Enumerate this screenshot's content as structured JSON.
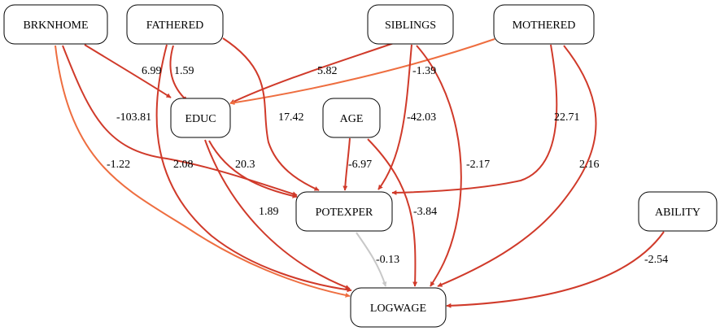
{
  "colors": {
    "strong": "#d03a2a",
    "medium": "#ee6e40",
    "weak": "#c8c8c8"
  },
  "nodes": {
    "brknhome": "BRKNHOME",
    "fathered": "FATHERED",
    "siblings": "SIBLINGS",
    "mothered": "MOTHERED",
    "educ": "EDUC",
    "age": "AGE",
    "potexper": "POTEXPER",
    "ability": "ABILITY",
    "logwage": "LOGWAGE"
  },
  "edges": [
    {
      "id": "brknhome-educ",
      "from": "BRKNHOME",
      "to": "EDUC",
      "label": "6.99",
      "color": "strong"
    },
    {
      "id": "fathered-educ",
      "from": "FATHERED",
      "to": "EDUC",
      "label": "1.59",
      "color": "strong"
    },
    {
      "id": "siblings-educ",
      "from": "SIBLINGS",
      "to": "EDUC",
      "label": "5.82",
      "color": "strong"
    },
    {
      "id": "mothered-educ",
      "from": "MOTHERED",
      "to": "EDUC",
      "label": "-1.39",
      "color": "medium"
    },
    {
      "id": "brknhome-potexper",
      "from": "BRKNHOME",
      "to": "POTEXPER",
      "label": "-103.81",
      "color": "strong"
    },
    {
      "id": "fathered-potexper",
      "from": "FATHERED",
      "to": "POTEXPER",
      "label": "17.42",
      "color": "strong"
    },
    {
      "id": "siblings-potexper",
      "from": "SIBLINGS",
      "to": "POTEXPER",
      "label": "-42.03",
      "color": "strong"
    },
    {
      "id": "mothered-potexper",
      "from": "MOTHERED",
      "to": "POTEXPER",
      "label": "22.71",
      "color": "strong"
    },
    {
      "id": "educ-potexper",
      "from": "EDUC",
      "to": "POTEXPER",
      "label": "20.3",
      "color": "strong"
    },
    {
      "id": "age-potexper",
      "from": "AGE",
      "to": "POTEXPER",
      "label": "-6.97",
      "color": "strong"
    },
    {
      "id": "brknhome-logwage",
      "from": "BRKNHOME",
      "to": "LOGWAGE",
      "label": "-1.22",
      "color": "medium"
    },
    {
      "id": "fathered-logwage",
      "from": "FATHERED",
      "to": "LOGWAGE",
      "label": "2.08",
      "color": "strong"
    },
    {
      "id": "educ-logwage",
      "from": "EDUC",
      "to": "LOGWAGE",
      "label": "1.89",
      "color": "strong"
    },
    {
      "id": "siblings-logwage",
      "from": "SIBLINGS",
      "to": "LOGWAGE",
      "label": "-2.17",
      "color": "strong"
    },
    {
      "id": "mothered-logwage",
      "from": "MOTHERED",
      "to": "LOGWAGE",
      "label": "2.16",
      "color": "strong"
    },
    {
      "id": "age-logwage",
      "from": "AGE",
      "to": "LOGWAGE",
      "label": "-3.84",
      "color": "strong"
    },
    {
      "id": "potexper-logwage",
      "from": "POTEXPER",
      "to": "LOGWAGE",
      "label": "-0.13",
      "color": "weak"
    },
    {
      "id": "ability-logwage",
      "from": "ABILITY",
      "to": "LOGWAGE",
      "label": "-2.54",
      "color": "strong"
    }
  ]
}
